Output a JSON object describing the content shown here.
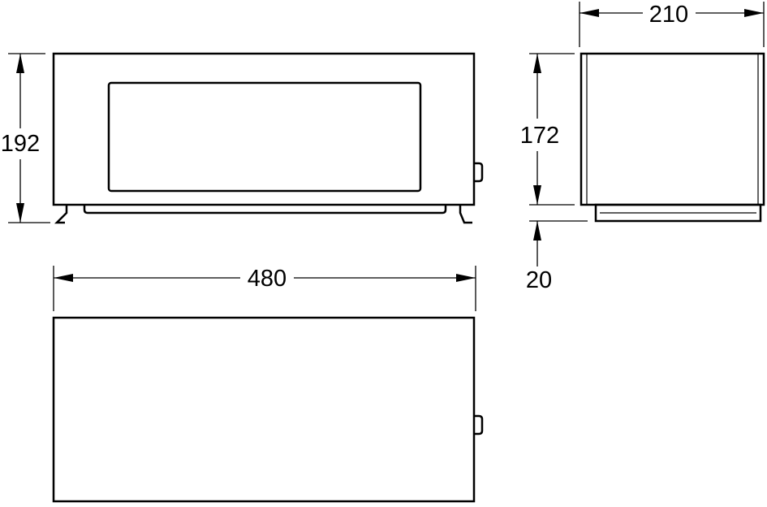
{
  "drawing": {
    "colors": {
      "line": "#000000",
      "background": "#ffffff"
    },
    "dimensions": {
      "height_front": "192",
      "width_front": "480",
      "depth_side": "210",
      "height_side": "172",
      "base_side": "20"
    }
  }
}
